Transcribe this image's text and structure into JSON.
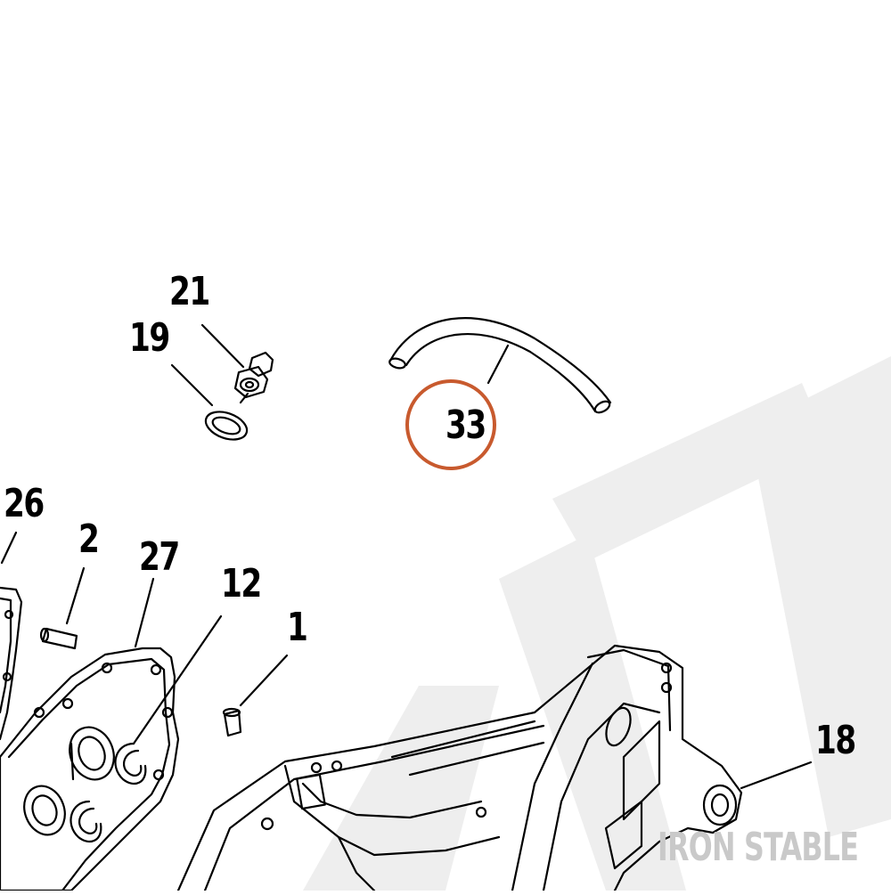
{
  "diagram": {
    "callouts": [
      {
        "id": "c21",
        "label": "21"
      },
      {
        "id": "c19",
        "label": "19"
      },
      {
        "id": "c33",
        "label": "33"
      },
      {
        "id": "c26",
        "label": "26"
      },
      {
        "id": "c2",
        "label": "2"
      },
      {
        "id": "c27",
        "label": "27"
      },
      {
        "id": "c12",
        "label": "12"
      },
      {
        "id": "c1",
        "label": "1"
      },
      {
        "id": "c18",
        "label": "18"
      }
    ],
    "highlighted_callout": "33"
  },
  "watermark": {
    "brand_text": "IRON STABLE",
    "color": "#c9c9c9"
  },
  "colors": {
    "line": "#000000",
    "highlight_ring": "#c85a2e",
    "watermark_fill": "#eeeeee"
  }
}
